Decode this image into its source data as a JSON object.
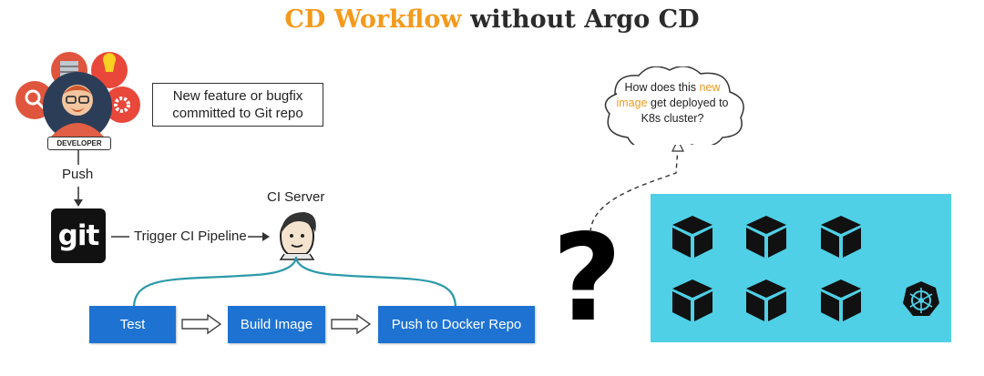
{
  "title": {
    "accent": "CD Workflow",
    "rest": "without Argo CD"
  },
  "developer": {
    "badge": "DEVELOPER"
  },
  "commit_note": {
    "line1": "New feature or bugfix",
    "line2": "committed to Git repo"
  },
  "push_label": "Push",
  "git": {
    "logo_text": "git"
  },
  "trigger_label": "Trigger CI Pipeline",
  "ci_server_label": "CI Server",
  "pipeline": {
    "test": "Test",
    "build": "Build Image",
    "push": "Push to Docker Repo"
  },
  "cloud": {
    "line1": "How does this",
    "line1_hl": "new",
    "line2_hl": "image",
    "line2": "get deployed to",
    "line3": "K8s cluster?"
  },
  "question_mark": "?",
  "colors": {
    "accent": "#f39a1c",
    "step_blue": "#1e73d2",
    "cluster_bg": "#4fd0e6",
    "teal_line": "#2a9aa8"
  },
  "icons": [
    "developer-avatar-icon",
    "jenkins-icon",
    "container-cube-icon",
    "kubernetes-icon"
  ]
}
